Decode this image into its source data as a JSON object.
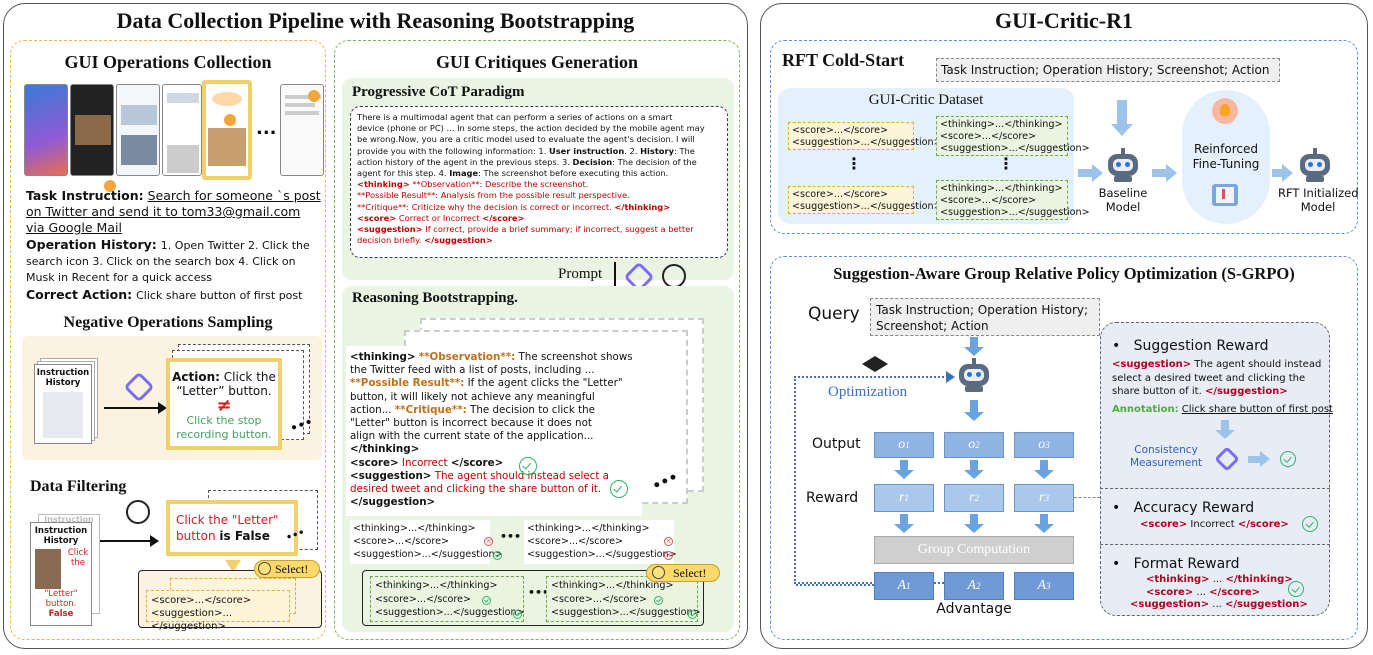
{
  "left": {
    "title": "Data Collection Pipeline with Reasoning Bootstrapping",
    "ops": {
      "title": "GUI Operations Collection",
      "ellipsis": "...",
      "task_label": "Task Instruction:",
      "task_text_1": "Search for someone `s post",
      "task_text_2": "on Twitter and send it to tom33@gmail.com",
      "task_text_3": "via Google Mail",
      "history_label": "Operation History:",
      "history_text_1": "1. Open Twitter 2. Click the",
      "history_text_2": "search icon 3. Click on the search box 4. Click on",
      "history_text_3": "Musk in Recent for a quick access",
      "correct_label": "Correct Action:",
      "correct_text": "Click share button of first post"
    },
    "neg": {
      "title": "Negative Operations Sampling",
      "stack_instruction": "Instruction",
      "stack_history": "History",
      "action_label": "Action:",
      "action_text_1": "Click the",
      "action_text_2": "“Letter” button.",
      "neq": "≠",
      "correct_1": "Click the stop",
      "correct_2": "recording button."
    },
    "filter": {
      "title": "Data Filtering",
      "stack_instruction": "Instruction",
      "stack_history": "History",
      "side_1": "Click the",
      "side_2": "\"Letter\"",
      "side_3": "button.",
      "side_4": "False",
      "result_1": "Click the \"Letter\"",
      "result_2a": "button",
      "result_2b": "is False",
      "select": "Select!",
      "out_score": "<score>...</score>",
      "out_sugg": "<suggestion>...</suggestion>"
    },
    "crit": {
      "title": "GUI Critiques Generation",
      "cot_title": "Progressive CoT Paradigm",
      "cot_1": "There is a multimodal agent that can perform a series of actions on a smart",
      "cot_2": "device (phone or PC) ... In some steps, the action decided by the mobile agent may",
      "cot_3": "be wrong.Now, you are a critic model used to evaluate the agent's decision. I will",
      "cot_4a": "provide you with the following information: 1.",
      "cot_4b": "User instruction",
      "cot_4c": ". 2.",
      "cot_4d": "History",
      "cot_4e": ": The",
      "cot_5": "action history of the agent in the previous steps.  3.",
      "cot_5b": "Decision",
      "cot_5c": ": The decision of the",
      "cot_6a": "agent for this step. 4.",
      "cot_6b": "Image",
      "cot_6c": ": The screenshot before executing this action.",
      "cot_7a": "<thinking>",
      "cot_7b": "**Observation**: Describe the screenshot.",
      "cot_8": "**Possible Result**: Analysis from the possible result perspective.",
      "cot_9a": "**Critique**: Criticize why the decision is correct or incorrect.",
      "cot_9b": "</thinking>",
      "cot_10a": "<score>",
      "cot_10b": "Correct or Incorrect",
      "cot_10c": "</score>",
      "cot_11a": "<suggestion>",
      "cot_11b": "If correct, provide a brief summary; if incorrect, suggest a better",
      "cot_12a": "decision briefly.",
      "cot_12b": "</suggestion>",
      "prompt": "Prompt",
      "rb_title": "Reasoning Bootstrapping.",
      "rb_1a": "<thinking>",
      "rb_1b": "**Observation**:",
      "rb_1c": "The screenshot shows",
      "rb_2": "the Twitter feed with a list of posts, including ...",
      "rb_3a": "**Possible Result**:",
      "rb_3b": "If the agent clicks the \"Letter\"",
      "rb_4": "button, it will likely not achieve any meaningful",
      "rb_5a": "action...",
      "rb_5b": "**Critique**:",
      "rb_5c": "The decision to click the",
      "rb_6": "\"Letter\" button is incorrect because it does not",
      "rb_7": "align with the current state of the application...",
      "rb_8": "</thinking>",
      "rb_9a": "<score>",
      "rb_9b": "Incorrect",
      "rb_9c": "</score>",
      "rb_10a": "<suggestion>",
      "rb_10b": "The agent should instead select a",
      "rb_11a": "desired tweet and clicking the share button of it.",
      "rb_12": "</suggestion>",
      "s_thinking": "<thinking>...</thinking>",
      "s_score": "<score>...</score>",
      "s_sugg": "<suggestion>...</suggestion>",
      "ellipsis": "•••",
      "select": "Select!"
    }
  },
  "right": {
    "title": "GUI-Critic-R1",
    "rft": {
      "title": "RFT Cold-Start",
      "input": "Task Instruction; Operation History; Screenshot; Action",
      "dataset_title": "GUI-Critic Dataset",
      "y_score": "<score>...</score>",
      "y_sugg": "<suggestion>...</suggestion>",
      "g_thinking": "<thinking>...</thinking>",
      "g_score": "<score>...</score>",
      "g_sugg": "<suggestion>...</suggestion>",
      "vdots": "⋮",
      "baseline_1": "Baseline",
      "baseline_2": "Model",
      "rf_1": "Reinforced",
      "rf_2": "Fine-Tuning",
      "init_1": "RFT Initialized",
      "init_2": "Model"
    },
    "sgrpo": {
      "title": "Suggestion-Aware Group Relative Policy Optimization (S-GRPO)",
      "query_label": "Query",
      "query_1": "Task Instruction; Operation History;",
      "query_2": "Screenshot; Action",
      "optimization": "Optimization",
      "output_label": "Output",
      "reward_label": "Reward",
      "outputs": [
        "o",
        "o",
        "o"
      ],
      "output_subs": [
        "1",
        "2",
        "3"
      ],
      "rewards": [
        "r",
        "r",
        "r"
      ],
      "reward_subs": [
        "1",
        "2",
        "3"
      ],
      "group": "Group Computation",
      "adv": [
        "A",
        "A",
        "A"
      ],
      "adv_subs": [
        "1",
        "2",
        "3"
      ],
      "advantage": "Advantage",
      "sug_reward": "Suggestion Reward",
      "sug_1a": "<suggestion>",
      "sug_1b": "The agent should instead",
      "sug_2": "select a desired tweet and clicking the",
      "sug_3a": "share button of it.",
      "sug_3b": "</suggestion>",
      "annot_label": "Annotation:",
      "annot_text": "Click share button of first post",
      "cons_1": "Consistency",
      "cons_2": "Measurement",
      "acc_reward": "Accuracy Reward",
      "acc_a": "<score>",
      "acc_b": "Incorrect",
      "acc_c": "</score>",
      "fmt_reward": "Format Reward",
      "fmt_1a": "<thinking>",
      "fmt_1b": "...",
      "fmt_1c": "</thinking>",
      "fmt_2a": "<score>",
      "fmt_2b": "...",
      "fmt_2c": "</score>",
      "fmt_3a": "<suggestion>",
      "fmt_3b": "...",
      "fmt_3c": "</suggestion>",
      "bullet": "•"
    }
  }
}
